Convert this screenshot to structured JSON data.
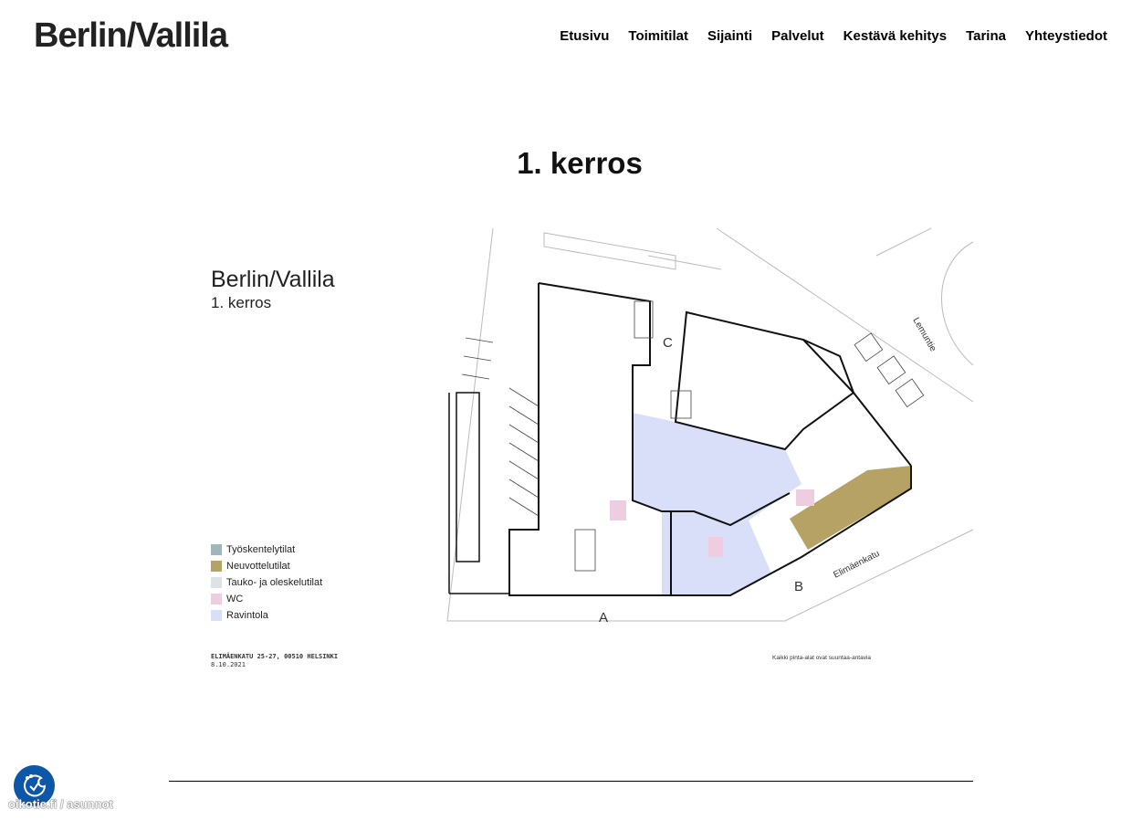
{
  "header": {
    "logo": "Berlin/Vallila",
    "nav": [
      "Etusivu",
      "Toimitilat",
      "Sijainti",
      "Palvelut",
      "Kestävä kehitys",
      "Tarina",
      "Yhteystiedot"
    ]
  },
  "page_title": "1. kerros",
  "floorplan": {
    "title": "Berlin/Vallila",
    "subtitle": "1. kerros",
    "legend": [
      {
        "label": "Työskentelytilat",
        "color": "#9fb6bf"
      },
      {
        "label": "Neuvottelutilat",
        "color": "#b5a264"
      },
      {
        "label": "Tauko- ja oleskelutilat",
        "color": "#dde3e5"
      },
      {
        "label": "WC",
        "color": "#efcde0"
      },
      {
        "label": "Ravintola",
        "color": "#d9dff8"
      }
    ],
    "address": "ELIMÄENKATU 25-27, 00510 HELSINKI",
    "date": "8.10.2021",
    "note": "Kaikki pinta-alat ovat suuntaa-antavia",
    "entrances": [
      "A",
      "B",
      "C"
    ],
    "streets": [
      "Lemuntie",
      "Elimäenkatu"
    ]
  },
  "watermark": "oikotie.fi / asunnot"
}
